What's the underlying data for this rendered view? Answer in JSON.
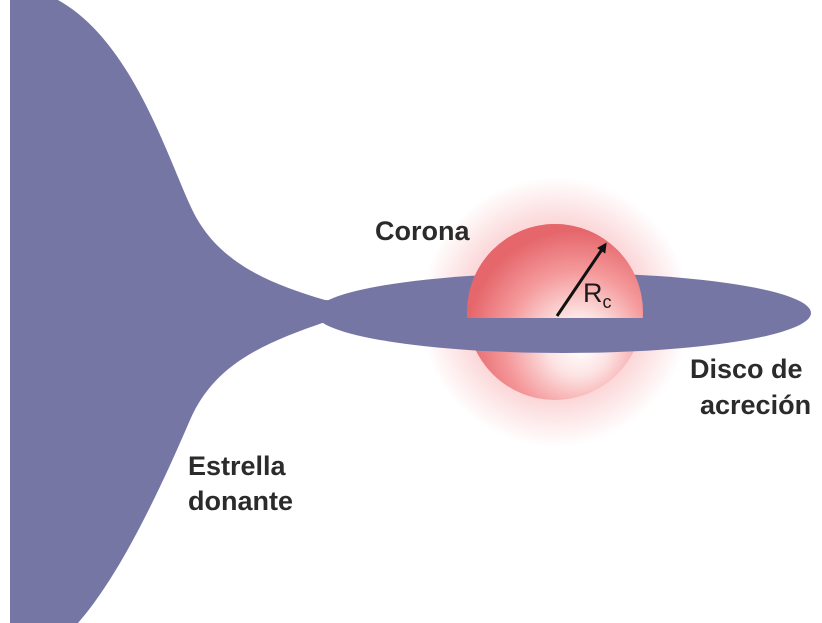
{
  "labels": {
    "corona": "Corona",
    "disk_line1": "Disco de",
    "disk_line2": "acreción",
    "star_line1": "Estrella",
    "star_line2": "donante",
    "radius_symbol": "R",
    "radius_subscript": "c"
  },
  "colors": {
    "star_and_disk": "#7676a4",
    "corona_core": "#ffffff",
    "corona_mid": "#f48d8f",
    "corona_edge": "#e5676c",
    "glow": "#f26a70",
    "arrow": "#111111",
    "text": "#2b2b2b"
  }
}
